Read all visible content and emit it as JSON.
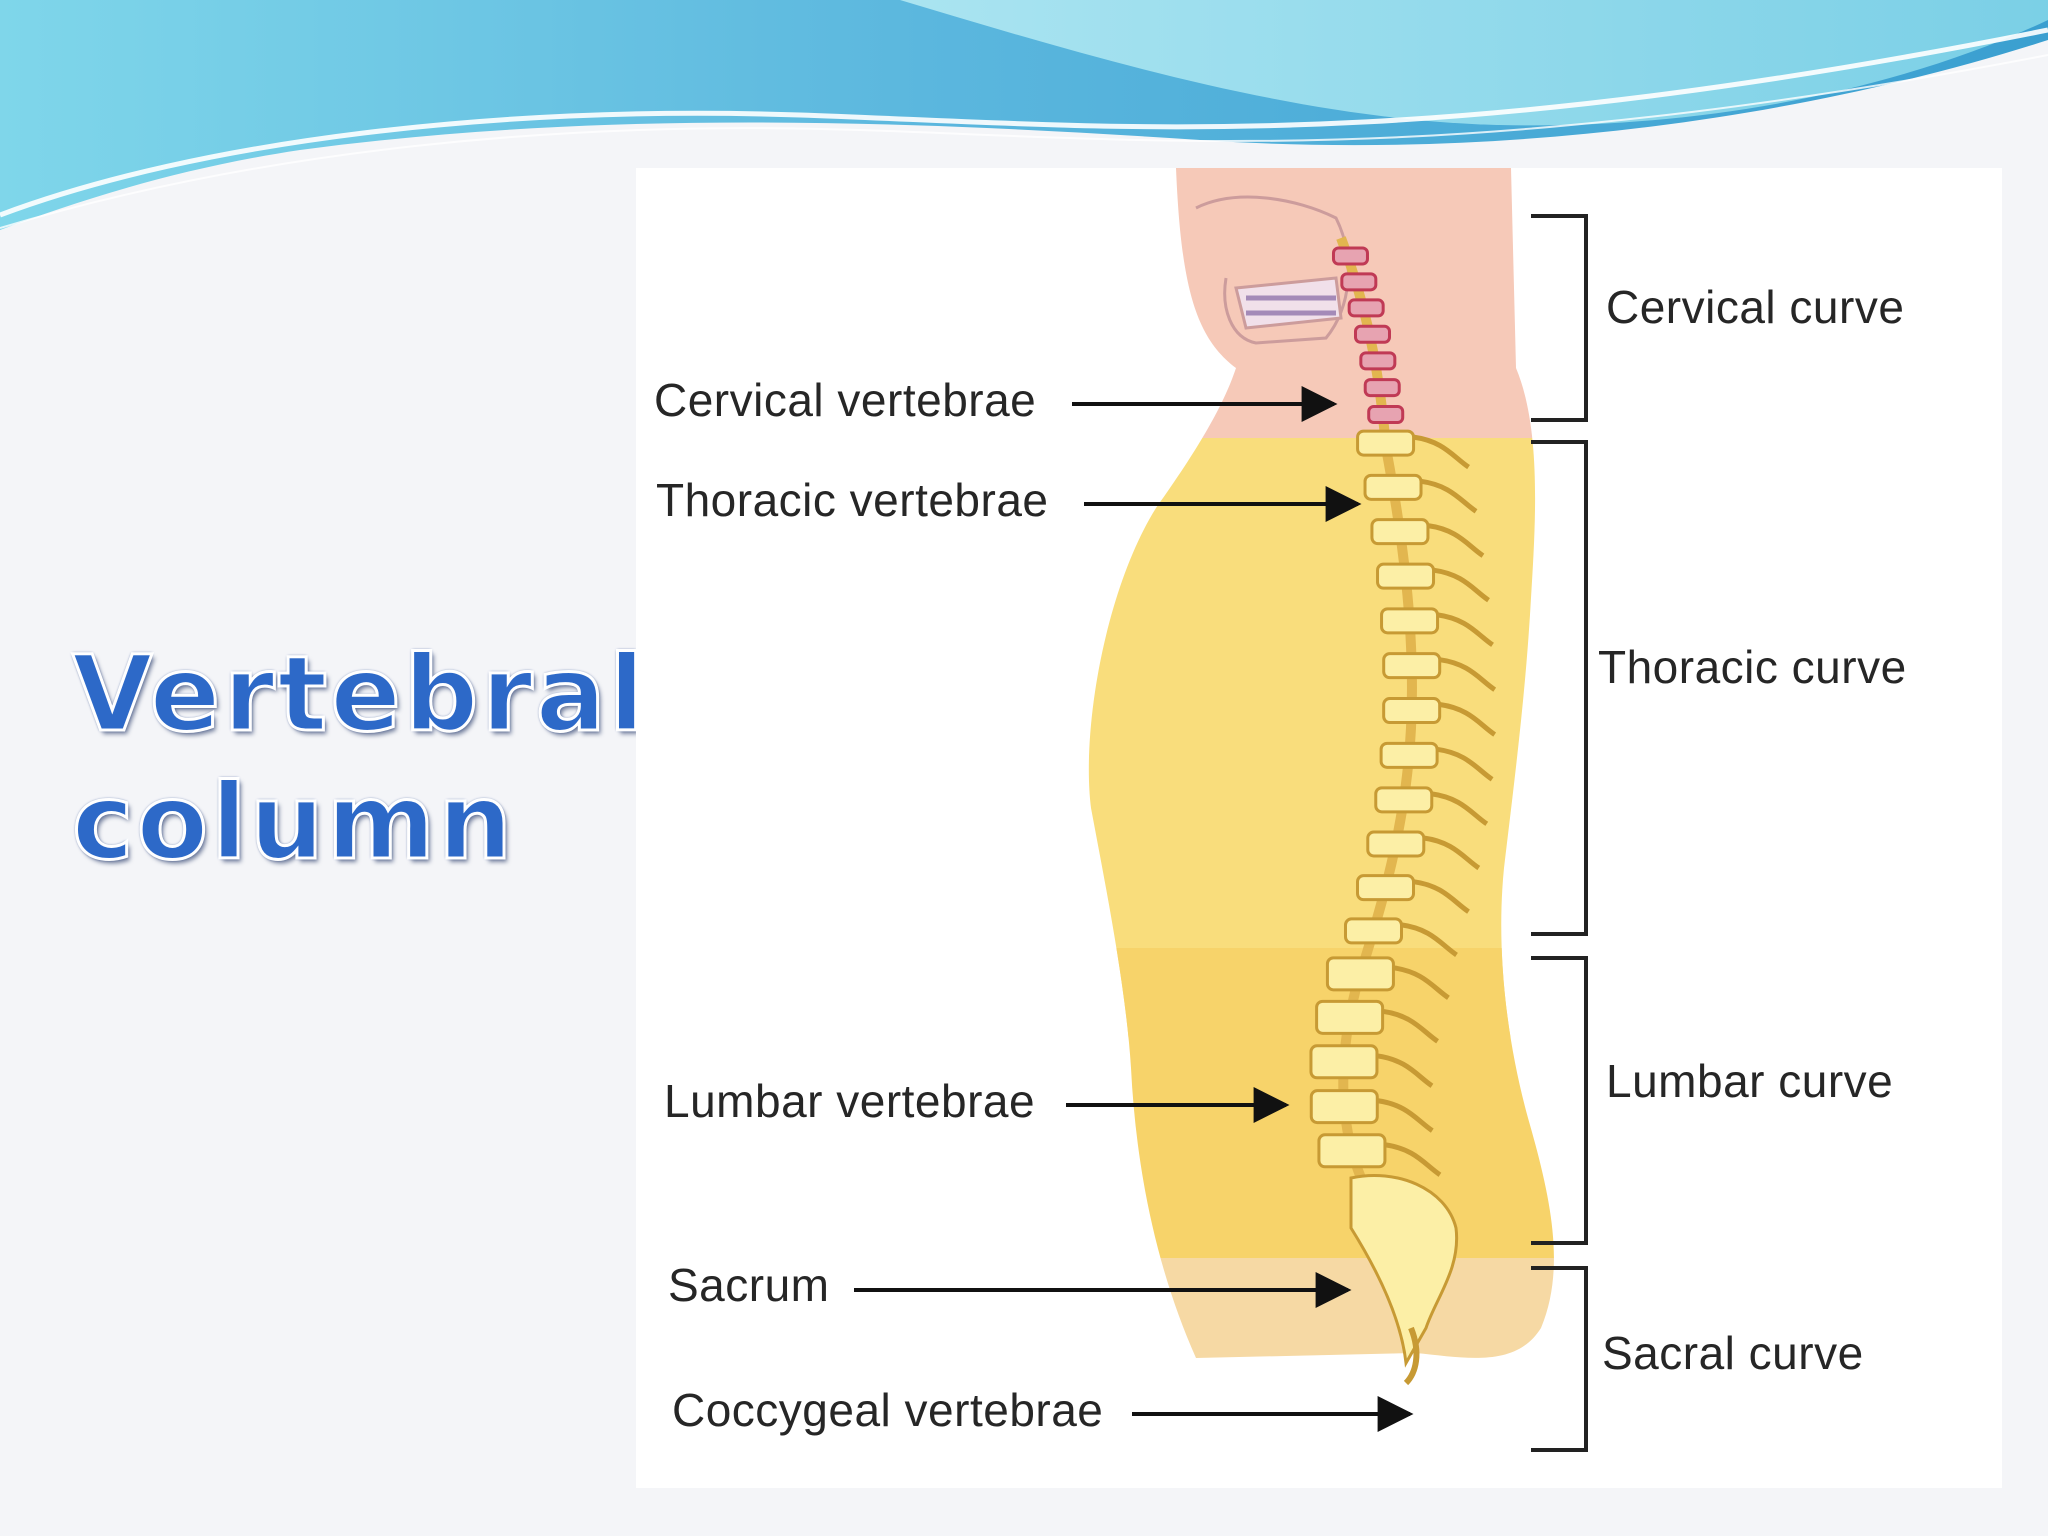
{
  "slide": {
    "title_line1": "Vertebral",
    "title_line2": "column"
  },
  "diagram": {
    "left_labels": [
      "Cervical vertebrae",
      "Thoracic vertebrae",
      "Lumbar vertebrae",
      "Sacrum",
      "Coccygeal vertebrae"
    ],
    "curve_labels": [
      "Cervical curve",
      "Thoracic curve",
      "Lumbar curve",
      "Sacral curve"
    ]
  },
  "colors": {
    "title_fill": "#2d69c8",
    "neck_region": "#f6c9b8",
    "thoracic_region": "#f9dd7c",
    "lumbar_region": "#f7d36a",
    "sacral_region": "#f6d9a4",
    "vertebra": "#fcefa6",
    "cervical_vertebra": "#c03a55",
    "banner_blue": "#3aa6d5"
  }
}
